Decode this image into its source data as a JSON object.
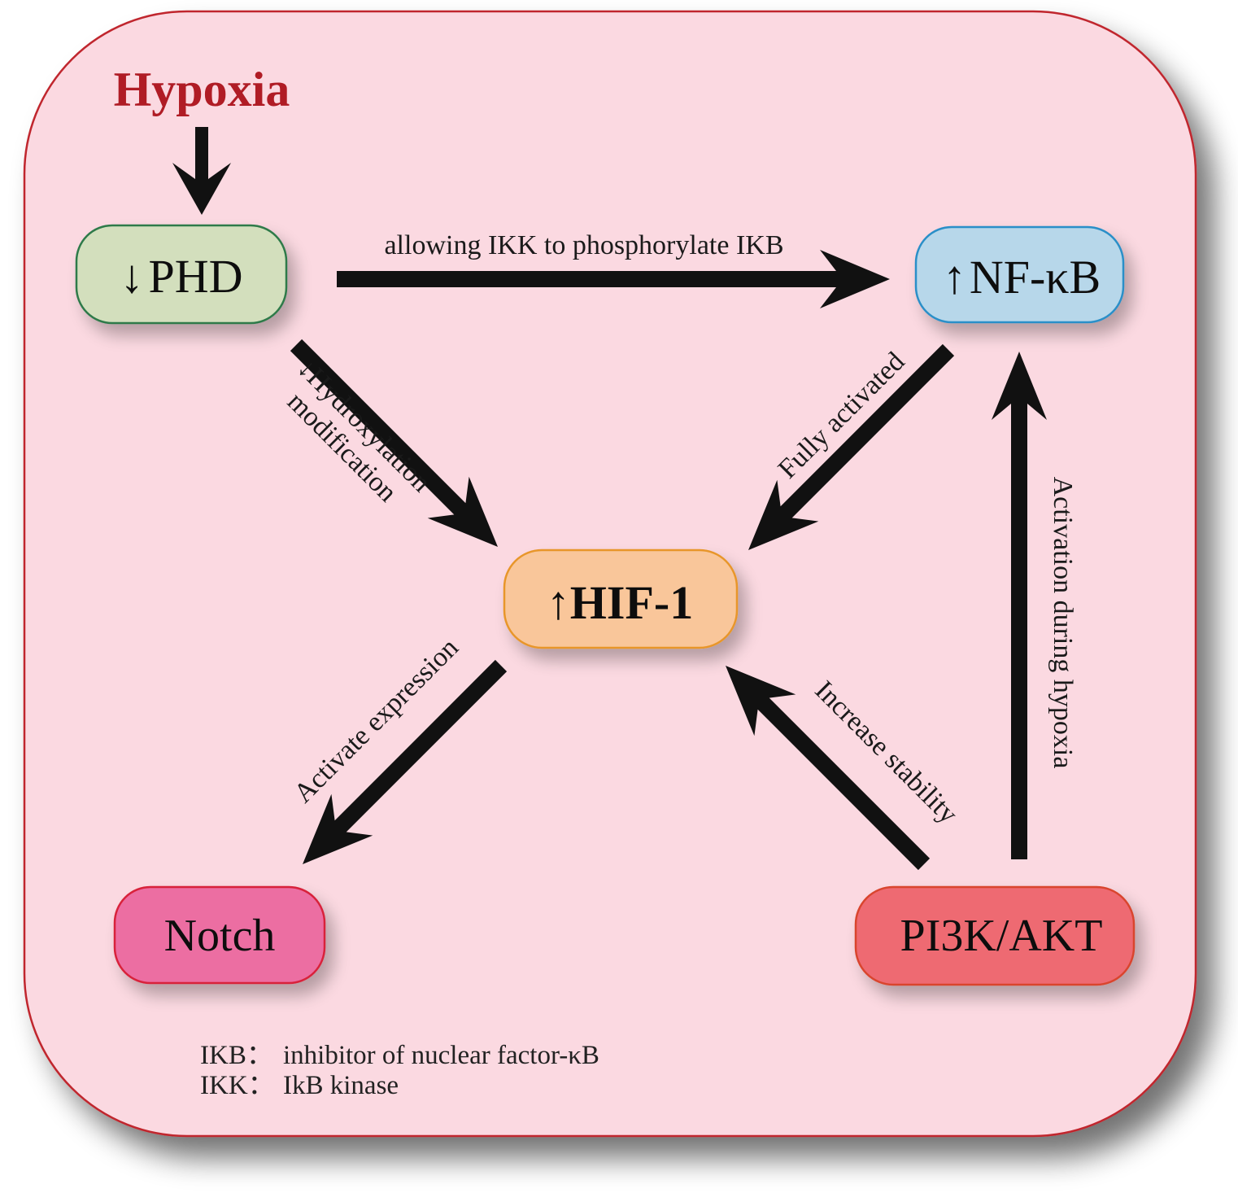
{
  "title": "Hypoxia",
  "colors": {
    "panel_fill": "#fbd9e1",
    "panel_border": "#c0282d",
    "title_color": "#b01c25",
    "arrow_color": "#111111"
  },
  "nodes": [
    {
      "id": "phd",
      "label": "PHD",
      "indicator": "↓",
      "fill": "#d3dfbd",
      "stroke": "#2e7a4a"
    },
    {
      "id": "nfkb",
      "label": "NF-κB",
      "indicator": "↑",
      "fill": "#b7d7ea",
      "stroke": "#2a8fc8"
    },
    {
      "id": "hif1",
      "label": "HIF-1",
      "indicator": "↑",
      "fill": "#f9c69a",
      "stroke": "#e8962a"
    },
    {
      "id": "notch",
      "label": "Notch",
      "indicator": "",
      "fill": "#ec6ea2",
      "stroke": "#d8203a"
    },
    {
      "id": "pi3k",
      "label": "PI3K/AKT",
      "indicator": "",
      "fill": "#ee6b72",
      "stroke": "#d9442e"
    }
  ],
  "edges": [
    {
      "from": "hypoxia",
      "to": "phd",
      "label": ""
    },
    {
      "from": "phd",
      "to": "nfkb",
      "label": "allowing IKK to phosphorylate IKB"
    },
    {
      "from": "phd",
      "to": "hif1",
      "label_lines": [
        "↓Hydroxylation",
        "modification"
      ]
    },
    {
      "from": "nfkb",
      "to": "hif1",
      "label": "Fully activated"
    },
    {
      "from": "hif1",
      "to": "notch",
      "label": "Activate expression"
    },
    {
      "from": "pi3k",
      "to": "hif1",
      "label": "Increase stability"
    },
    {
      "from": "pi3k",
      "to": "nfkb",
      "label": "Activation during hypoxia"
    }
  ],
  "legend": [
    {
      "term": "IKB：",
      "definition": "inhibitor of nuclear factor-κB"
    },
    {
      "term": "IKK：",
      "definition": "IkB kinase"
    }
  ]
}
